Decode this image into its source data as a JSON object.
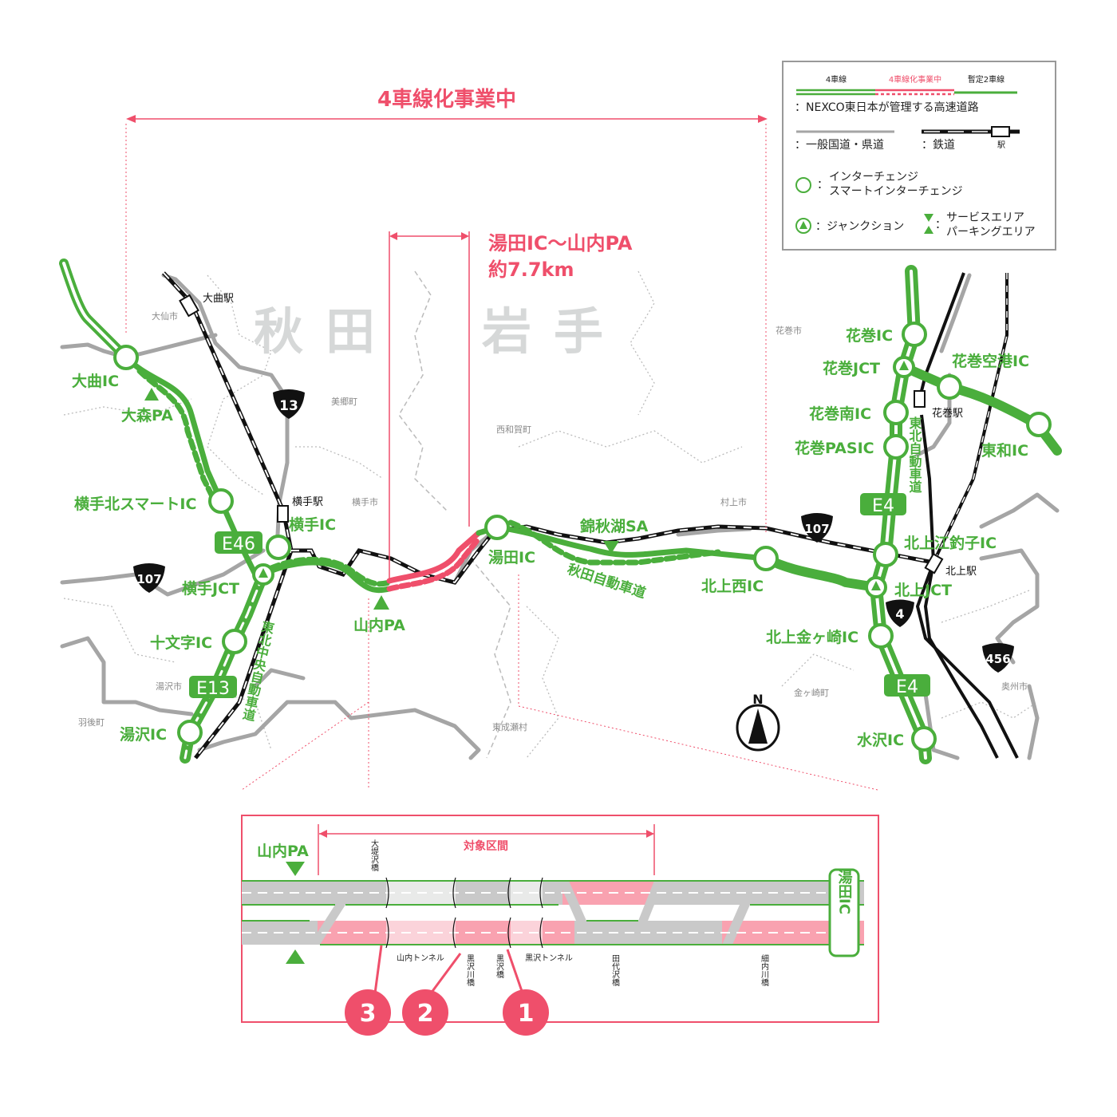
{
  "header": {
    "title": "4車線化事業中",
    "section_name": "湯田IC〜山内PA",
    "section_length": "約7.7km"
  },
  "prefectures": [
    "秋田",
    "岩手"
  ],
  "legend": {
    "lane_types": [
      "4車線",
      "4車線化事業中",
      "暫定2車線"
    ],
    "expressway": "：NEXCO東日本が管理する高速道路",
    "general_road": "：一般国道・県道",
    "railway": "：鉄道",
    "station": "駅",
    "interchange_1": "インターチェンジ",
    "interchange_2": "スマートインターチェンジ",
    "junction": "：ジャンクション",
    "service_area": "サービスエリア",
    "parking_area": "パーキングエリア",
    "colon": "："
  },
  "interchanges": [
    "大曲IC",
    "大森PA",
    "横手北スマートIC",
    "横手IC",
    "横手JCT",
    "十文字IC",
    "湯沢IC",
    "山内PA",
    "湯田IC",
    "錦秋湖SA",
    "北上西IC",
    "花巻IC",
    "花巻JCT",
    "花巻空港IC",
    "花巻南IC",
    "花巻PASIC",
    "東和IC",
    "北上江釣子IC",
    "北上JCT",
    "北上金ヶ崎IC",
    "水沢IC"
  ],
  "route_signs": [
    "E46",
    "E13",
    "E4",
    "E4"
  ],
  "route_names": [
    "東北中央自動車道",
    "秋田自動車道",
    "東北自動車道"
  ],
  "national_roads": [
    "13",
    "107",
    "107",
    "4",
    "456"
  ],
  "stations": [
    "大曲駅",
    "横手駅",
    "花巻駅",
    "北上駅"
  ],
  "cities": [
    "大仙市",
    "美郷町",
    "横手市",
    "西和賀町",
    "花巻市",
    "村上市",
    "湯沢市",
    "羽後町",
    "東成瀬村",
    "金ヶ崎町",
    "奥州市"
  ],
  "compass": "N",
  "colors": {
    "green": "#4aae3c",
    "pink": "#ef4f6b",
    "gray": "#a5a5a5"
  },
  "diagram": {
    "target_section": "対象区間",
    "left_pa": "山内PA",
    "right_ic": "湯田IC",
    "bridges": [
      "大堤沢橋",
      "黒沢川橋",
      "黒沢橋",
      "田代沢橋",
      "細内川橋"
    ],
    "tunnels": [
      "山内トンネル",
      "黒沢トンネル"
    ],
    "markers": [
      "3",
      "2",
      "1"
    ]
  }
}
